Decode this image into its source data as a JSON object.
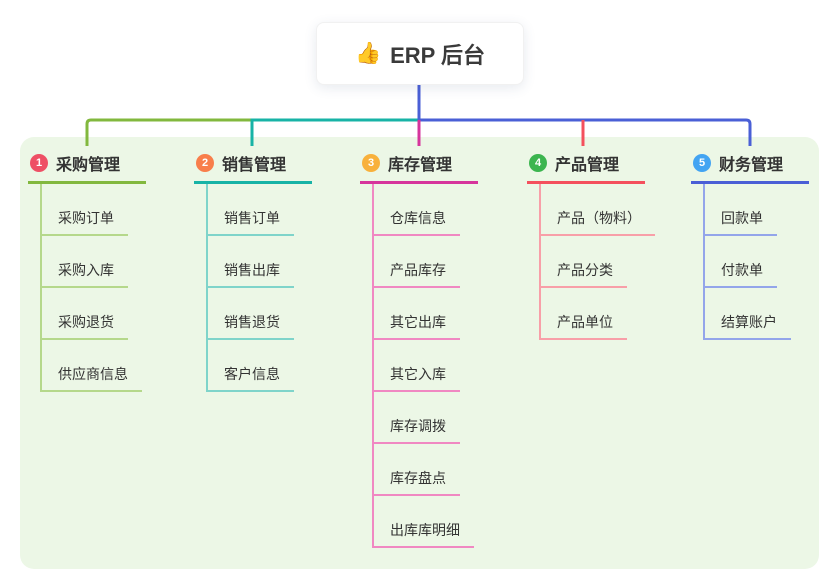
{
  "root": {
    "icon": "👍",
    "label": "ERP 后台"
  },
  "branches": [
    {
      "num": "1",
      "label": "采购管理",
      "badge_color": "#ee5065",
      "line_color": "#82b83e",
      "child_line_color": "#b5d88b",
      "children": [
        "采购订单",
        "采购入库",
        "采购退货",
        "供应商信息"
      ]
    },
    {
      "num": "2",
      "label": "销售管理",
      "badge_color": "#f87e4b",
      "line_color": "#17b3a6",
      "child_line_color": "#7fd4ca",
      "children": [
        "销售订单",
        "销售出库",
        "销售退货",
        "客户信息"
      ]
    },
    {
      "num": "3",
      "label": "库存管理",
      "badge_color": "#f8b13c",
      "line_color": "#d6359c",
      "child_line_color": "#f088c2",
      "children": [
        "仓库信息",
        "产品库存",
        "其它出库",
        "其它入库",
        "库存调拨",
        "库存盘点",
        "出库库明细"
      ]
    },
    {
      "num": "4",
      "label": "产品管理",
      "badge_color": "#3cb54f",
      "line_color": "#f4505d",
      "child_line_color": "#f89fa8",
      "children": [
        "产品（物料）",
        "产品分类",
        "产品单位"
      ]
    },
    {
      "num": "5",
      "label": "财务管理",
      "badge_color": "#43a4f2",
      "line_color": "#4a5fd6",
      "child_line_color": "#93a5ea",
      "children": [
        "回款单",
        "付款单",
        "结算账户"
      ]
    }
  ],
  "colors": {
    "panel_bg": "#ecf7e6",
    "root_line": "#4a5fd6",
    "text": "#333333"
  }
}
